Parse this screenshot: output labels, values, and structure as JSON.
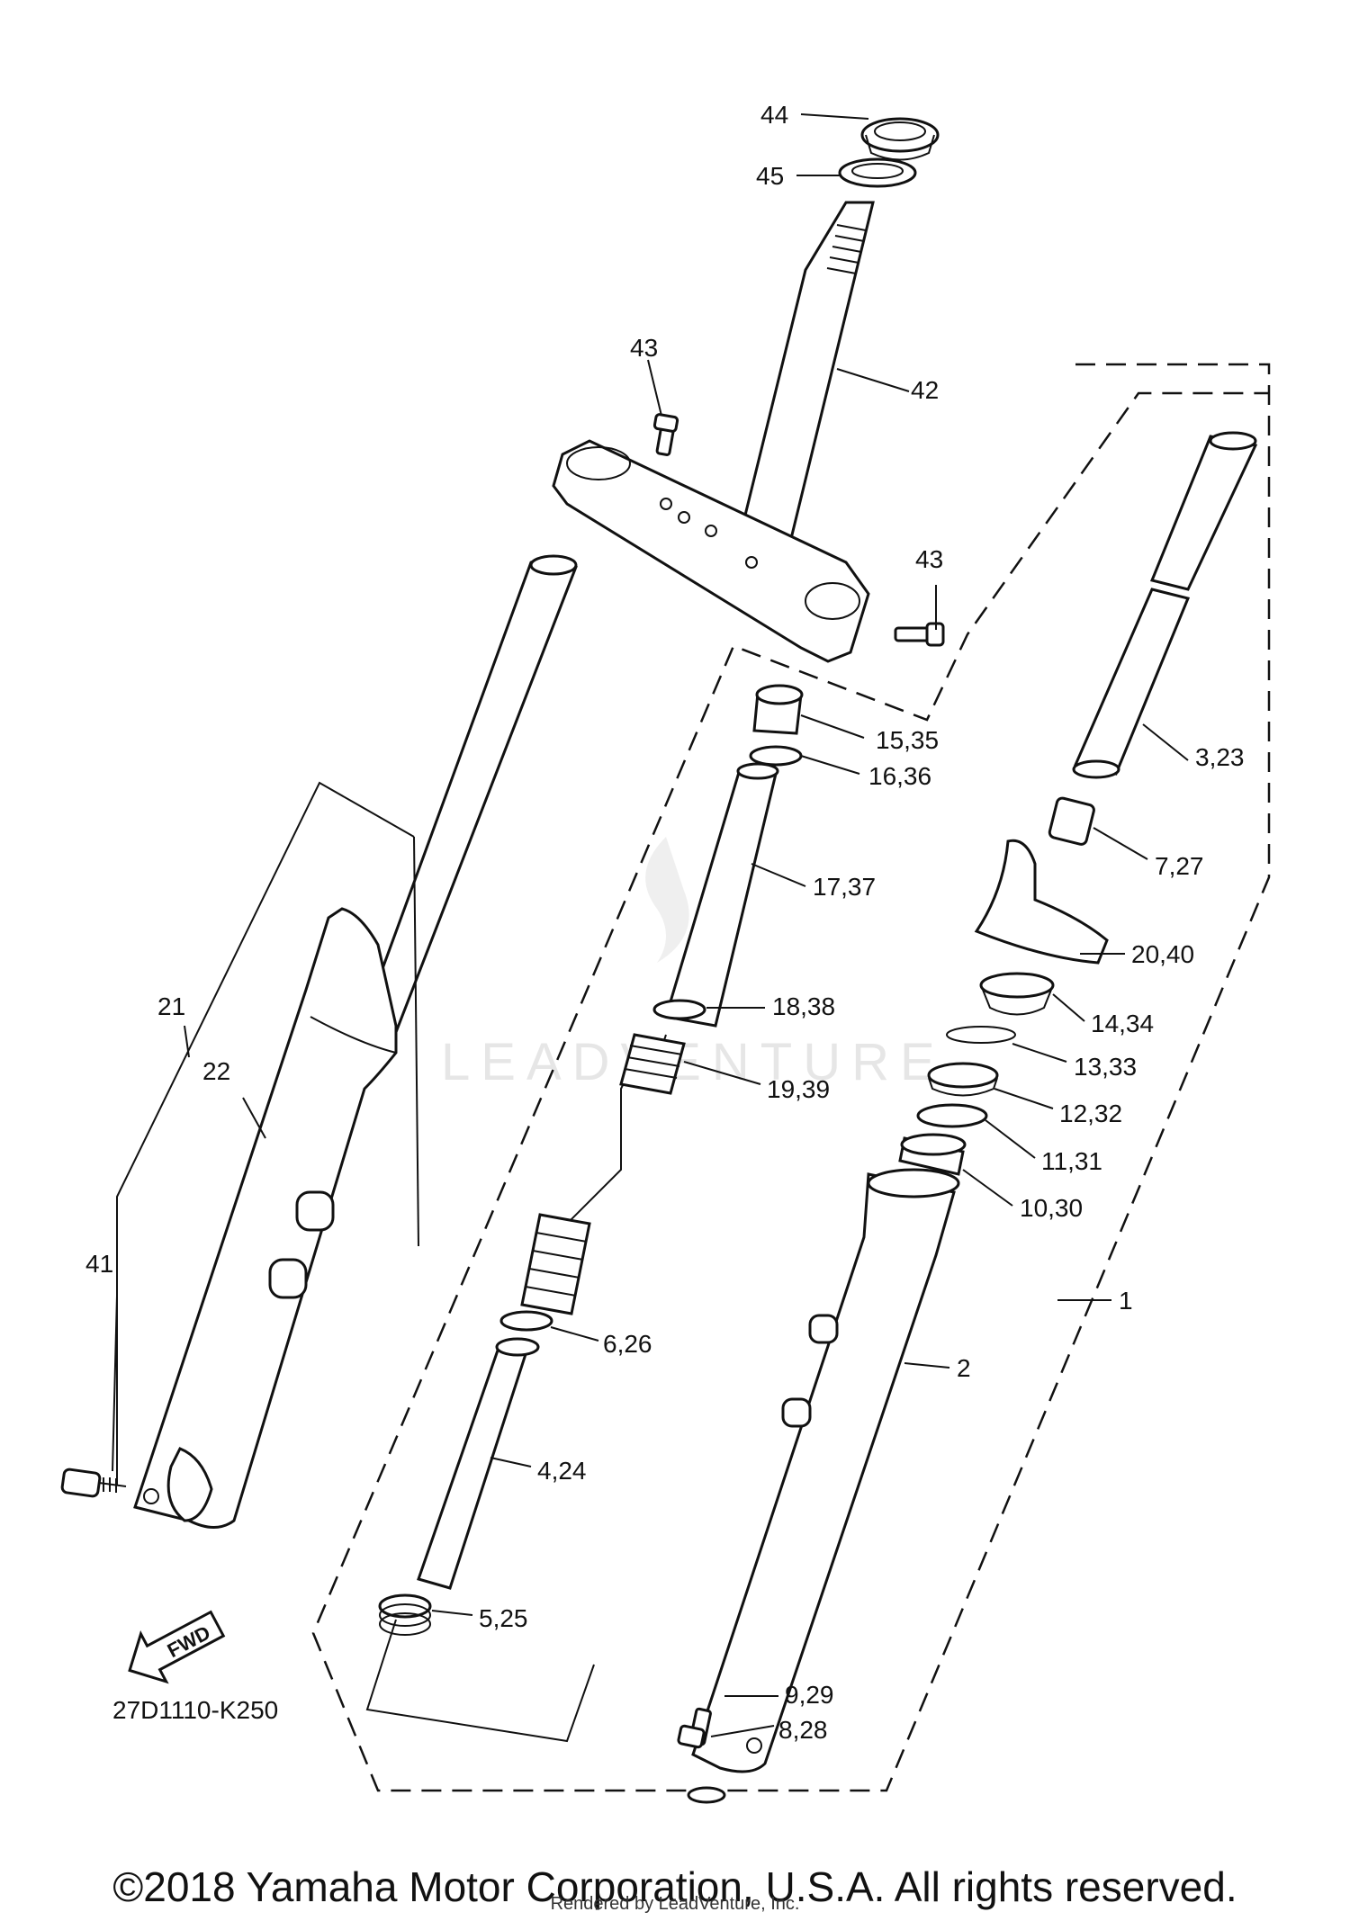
{
  "diagram": {
    "code": "27D1110-K250",
    "fwd_label": "FWD",
    "watermark": "LEADVENTURE",
    "callouts": [
      {
        "id": "c44",
        "text": "44"
      },
      {
        "id": "c45",
        "text": "45"
      },
      {
        "id": "c43a",
        "text": "43"
      },
      {
        "id": "c42",
        "text": "42"
      },
      {
        "id": "c43b",
        "text": "43"
      },
      {
        "id": "c15",
        "text": "15,35"
      },
      {
        "id": "c16",
        "text": "16,36"
      },
      {
        "id": "c17",
        "text": "17,37"
      },
      {
        "id": "c18",
        "text": "18,38"
      },
      {
        "id": "c19",
        "text": "19,39"
      },
      {
        "id": "c3",
        "text": "3,23"
      },
      {
        "id": "c7",
        "text": "7,27"
      },
      {
        "id": "c20",
        "text": "20,40"
      },
      {
        "id": "c14",
        "text": "14,34"
      },
      {
        "id": "c13",
        "text": "13,33"
      },
      {
        "id": "c12",
        "text": "12,32"
      },
      {
        "id": "c11",
        "text": "11,31"
      },
      {
        "id": "c10",
        "text": "10,30"
      },
      {
        "id": "c1",
        "text": "1"
      },
      {
        "id": "c2",
        "text": "2"
      },
      {
        "id": "c6",
        "text": "6,26"
      },
      {
        "id": "c4",
        "text": "4,24"
      },
      {
        "id": "c5",
        "text": "5,25"
      },
      {
        "id": "c9",
        "text": "9,29"
      },
      {
        "id": "c8",
        "text": "8,28"
      },
      {
        "id": "c21",
        "text": "21"
      },
      {
        "id": "c22",
        "text": "22"
      },
      {
        "id": "c41",
        "text": "41"
      }
    ]
  },
  "footer": {
    "copyright": "©2018 Yamaha Motor Corporation, U.S.A. All rights reserved.",
    "rendered_by": "Rendered by LeadVenture, Inc."
  }
}
